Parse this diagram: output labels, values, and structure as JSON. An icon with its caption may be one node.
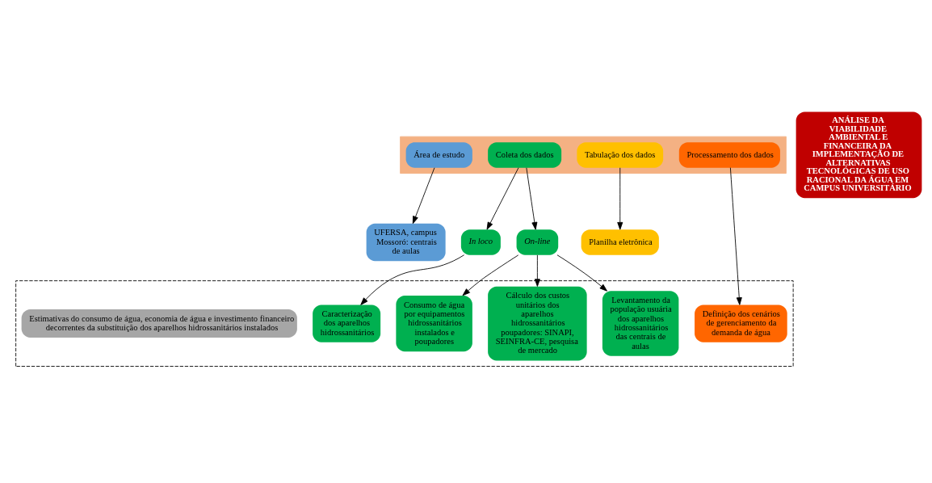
{
  "diagram": {
    "nodes": [
      {
        "text": [],
        "shape": "arrow"
      },
      {
        "text": [
          "Área de estudo"
        ],
        "in": 0
      },
      {
        "text": [
          "Coleta dos dados"
        ],
        "in": 0
      },
      {
        "text": [
          "Tabulação dos dados"
        ],
        "in": 0
      },
      {
        "text": [
          "Processamento dos dados"
        ],
        "in": 0
      },
      {
        "text": [
          "ANÁLISE DA VIABILIDADE AMBIENTAL E FINANCEIRA DA IMPLEMENTAÇÃO DE ALTERNATIVAS TECNOLÓGICAS DE USO RACIONAL DA ÁGUA EM CAMPUS UNIVERSITÁRIO"
        ]
      },
      {
        "text": [
          "UFERSA, campus Mossoró: centrais de aulas"
        ]
      },
      {
        "text": [
          "In loco"
        ]
      },
      {
        "text": [
          "On-line"
        ]
      },
      {
        "text": [
          "Planilha eletrônica"
        ]
      },
      {
        "text": [],
        "shape": "box"
      },
      {
        "text": [
          "Caracterização dos aparelhos hidrossanitários"
        ],
        "in": 10
      },
      {
        "text": [
          "Consumo de água por equipamentos hidrossanitários instalados e poupadores"
        ],
        "in": 10
      },
      {
        "text": [
          "Levantamento da população usuária dos aparelhos hidrossanitários das centrais de aulas"
        ],
        "in": 10
      },
      {
        "text": [
          "Cálculo dos custos unitários dos aparelhos hidrossanitários poupadores: SINAPI, SEINFRA-CE, pesquisa de mercado"
        ],
        "in": 10
      },
      {
        "text": [
          "Definição dos cenários de gerenciamento da demanda de água"
        ],
        "in": 10
      },
      {
        "text": [
          "Estimativas do consumo de água, economia de água e investimento financeiro decorrentes da substituição dos aparelhos hidrossanitários instalados"
        ],
        "in": 10
      }
    ],
    "edges": [
      {
        "from": 1,
        "to": 6,
        "arrow": "to"
      },
      {
        "from": 2,
        "to": 7,
        "arrow": "to"
      },
      {
        "from": 2,
        "to": 8,
        "arrow": "to"
      },
      {
        "from": 3,
        "to": 9,
        "arrow": "to"
      },
      {
        "from": 4,
        "to": 15,
        "arrow": "to"
      },
      {
        "from": 7,
        "to": 11,
        "arrow": "to"
      },
      {
        "from": 8,
        "to": 12,
        "arrow": "to"
      },
      {
        "from": 8,
        "to": 13,
        "arrow": "to"
      },
      {
        "from": 8,
        "to": 14,
        "arrow": "to"
      }
    ]
  }
}
